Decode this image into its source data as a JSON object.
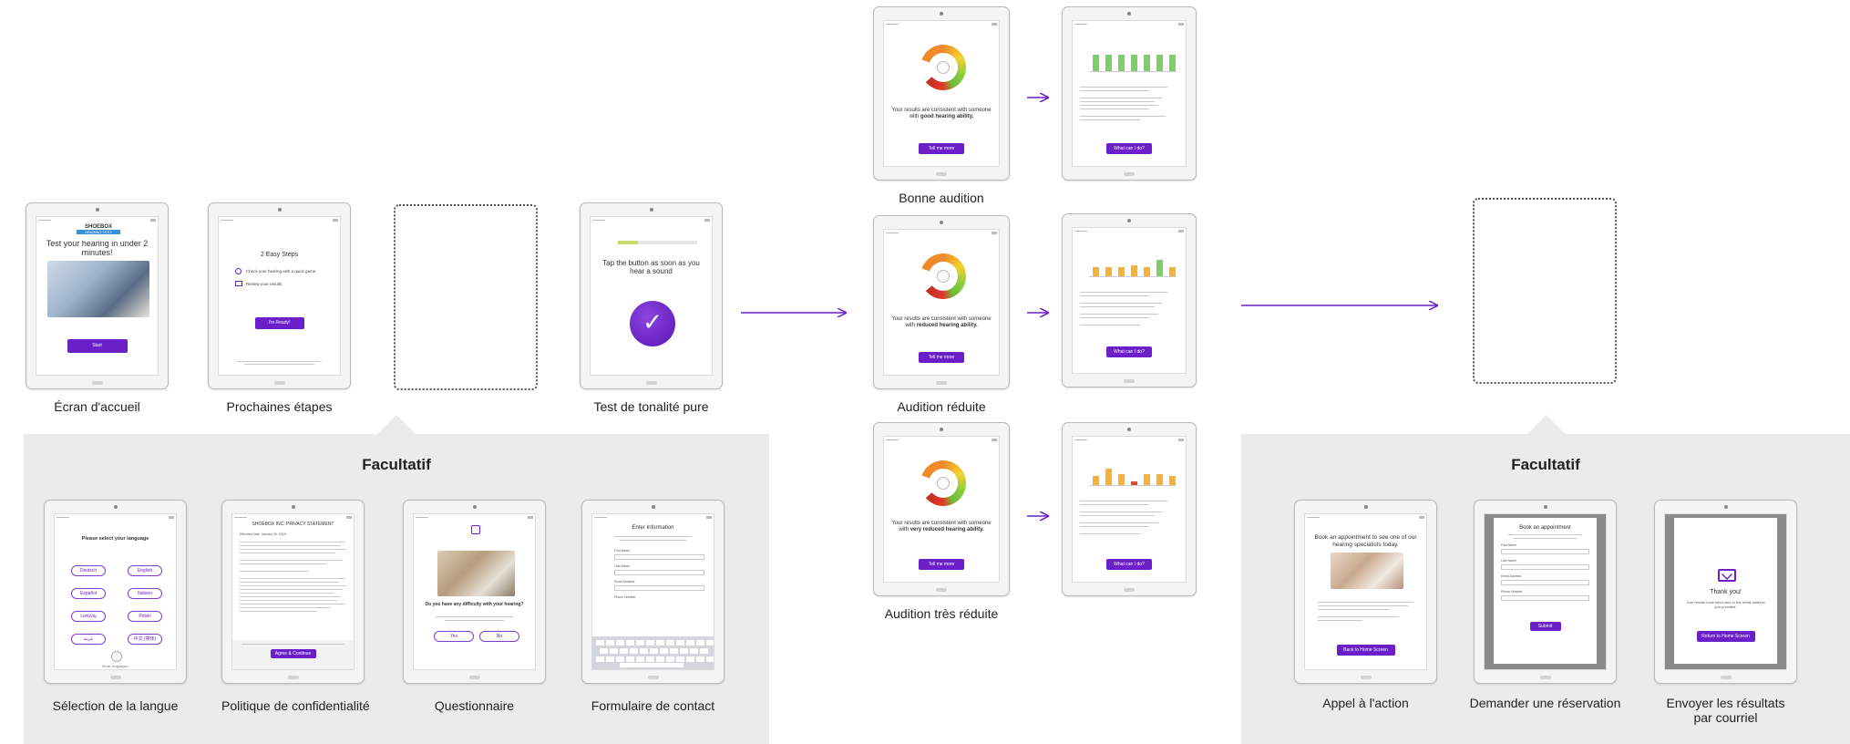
{
  "captions": {
    "welcome": "Écran d'accueil",
    "next_steps": "Prochaines étapes",
    "tone_test": "Test de tonalité pure",
    "good_hearing": "Bonne audition",
    "reduced_hearing": "Audition réduite",
    "very_reduced_hearing": "Audition très réduite",
    "language_selection": "Sélection de la langue",
    "privacy_policy": "Politique de confidentialité",
    "questionnaire": "Questionnaire",
    "contact_form": "Formulaire de contact",
    "call_to_action": "Appel à l'action",
    "request_booking": "Demander une réservation",
    "email_results_1": "Envoyer les résultats",
    "email_results_2": "par courriel"
  },
  "optional_panels": {
    "left_title": "Facultatif",
    "right_title": "Facultatif"
  },
  "screens": {
    "welcome": {
      "logo_top": "SHOEBOX",
      "logo_bottom": "HEARING TEST",
      "headline": "Test your hearing in under 2 minutes!",
      "button": "Start"
    },
    "next_steps": {
      "title": "2 Easy Steps",
      "step1": "Check your hearing with a quick game",
      "step2": "Review your results",
      "button": "I'm Ready!"
    },
    "tone_test": {
      "instruction": "Tap the button as soon as you hear a sound",
      "check": "✓"
    },
    "result_good": {
      "text_pre": "Your results are consistent with someone with ",
      "text_bold": "good hearing ability.",
      "button": "Tell me more"
    },
    "result_reduced": {
      "text_pre": "Your results are consistent with someone with ",
      "text_bold": "reduced hearing ability.",
      "button": "Tell me more"
    },
    "result_very_reduced": {
      "text_pre": "Your results are consistent with someone with ",
      "text_bold": "very reduced hearing ability.",
      "button": "Tell me more"
    },
    "detail_good": {
      "button": "What can I do?"
    },
    "detail_reduced": {
      "button": "What can I do?"
    },
    "detail_very_reduced": {
      "button": "What can I do?"
    },
    "language": {
      "title": "Please select your language",
      "options": [
        "Deutsch",
        "English",
        "Español",
        "Italiano",
        "Lietuvių",
        "Polski",
        "عربية",
        "中文 (简体)"
      ],
      "footer": "More languages"
    },
    "privacy": {
      "title": "SHOEBOX INC. PRIVACY STATEMENT",
      "date": "Effective Date: January 20, 2019",
      "button": "Agree & Continue"
    },
    "questionnaire": {
      "question": "Do you have any difficulty with your hearing?",
      "yes": "Yes",
      "no": "No"
    },
    "contact": {
      "title": "Enter Information",
      "fields": [
        "First Name",
        "Last Name",
        "Email Address",
        "Phone Number"
      ]
    },
    "cta": {
      "headline": "Book an appointment to see one of our hearing specialists today.",
      "button": "Back to Home Screen"
    },
    "booking": {
      "title": "Book an appointment",
      "fields": [
        "First Name",
        "Last Name",
        "Email Address",
        "Phone Number"
      ],
      "button": "Submit"
    },
    "email": {
      "title": "Thank you!",
      "text": "Your results have been sent to the email address you provided.",
      "button": "Return to Home Screen"
    }
  },
  "colors": {
    "accent": "#6a1fc9",
    "arrow": "#6a1fc9",
    "panel": "#ebebeb",
    "bar_green": "#7ccf6b",
    "bar_orange": "#f5b13a",
    "bar_red": "#e2442f"
  }
}
